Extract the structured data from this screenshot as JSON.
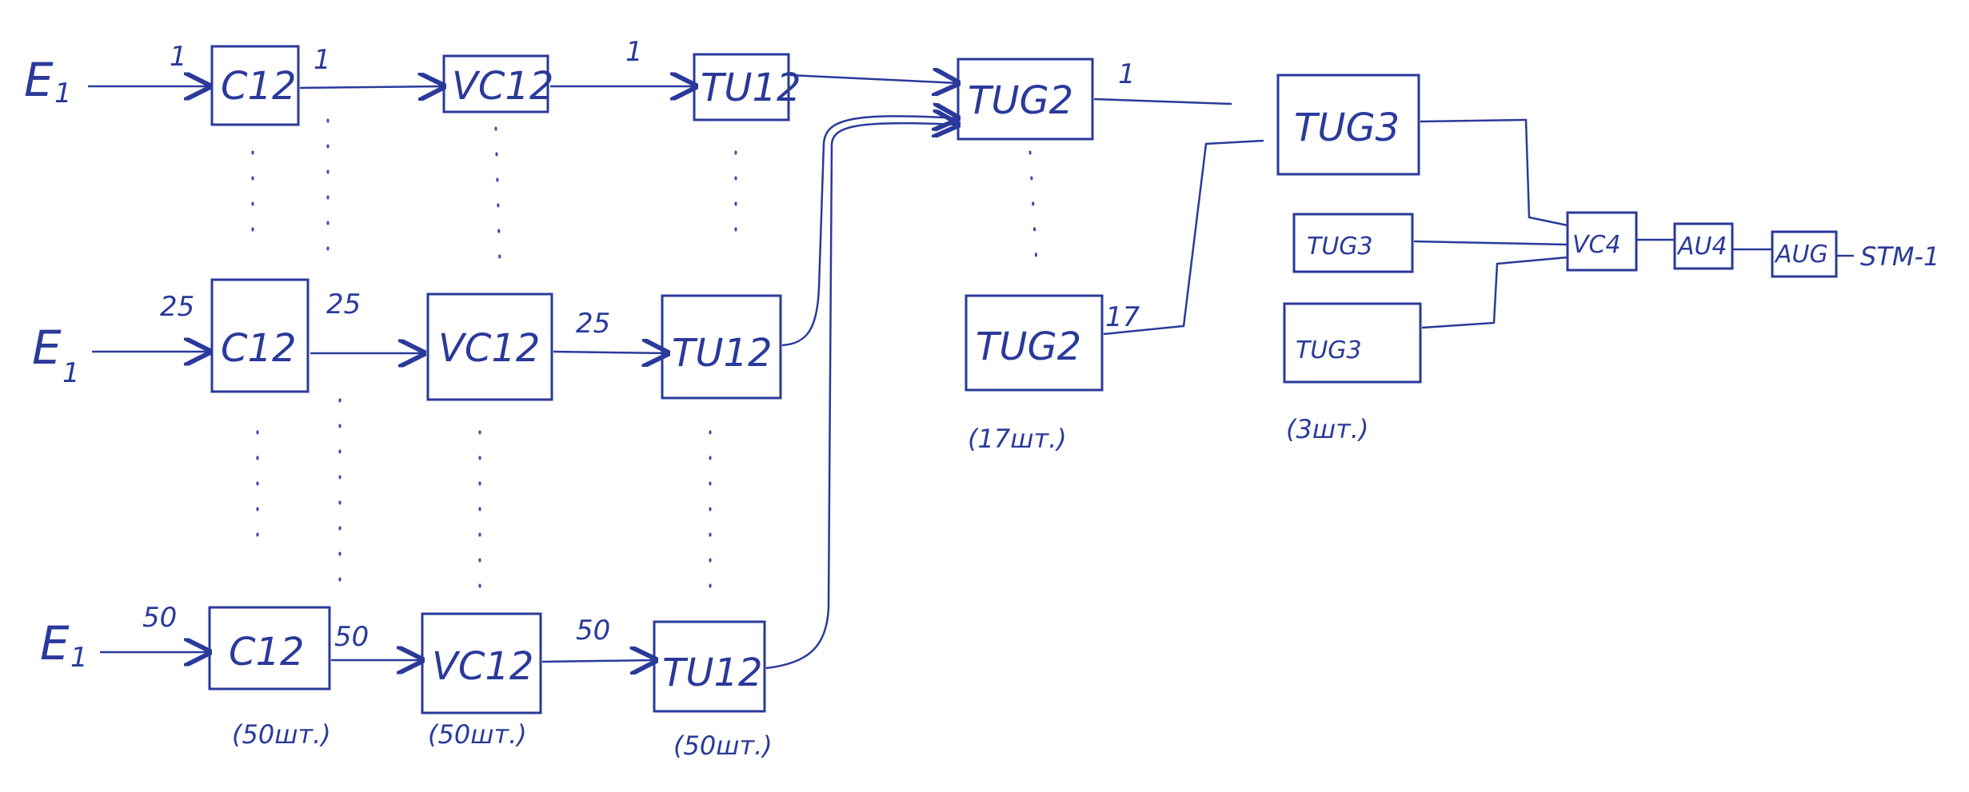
{
  "source_label": "E",
  "source_subscript": "1",
  "boxes": {
    "c12": "C12",
    "vc12": "VC12",
    "tu12": "TU12",
    "tug2": "TUG2",
    "tug3": "TUG3",
    "vc4": "VC4",
    "au4": "AU4",
    "aug": "AUG"
  },
  "numbers": {
    "first": "1",
    "mid": "25",
    "last": "50",
    "tug2_first": "1",
    "tug2_last": "17"
  },
  "counts": {
    "c12": "(50шт.)",
    "vc12": "(50шт.)",
    "tu12": "(50шт.)",
    "tug2": "(17шт.)",
    "tug3": "(3шт.)"
  },
  "output_label": "STM-1"
}
